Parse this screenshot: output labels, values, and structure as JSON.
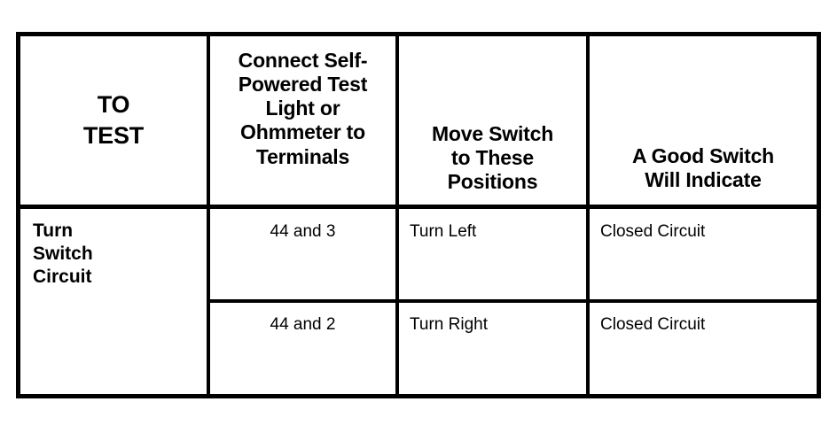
{
  "document": {
    "type": "table",
    "background_color": "#ffffff",
    "border_color": "#000000"
  },
  "table": {
    "headers": {
      "col1": {
        "lines": [
          "TO",
          "TEST"
        ],
        "line1": "TO",
        "line2": "TEST"
      },
      "col2": {
        "lines": [
          "Connect Self-",
          "Powered Test",
          "Light or",
          "Ohmmeter to",
          "Terminals"
        ],
        "line1": "Connect Self-",
        "line2": "Powered Test",
        "line3": "Light or",
        "line4": "Ohmmeter to",
        "line5": "Terminals"
      },
      "col3": {
        "lines": [
          "Move Switch",
          "to These",
          "Positions"
        ],
        "line1": "Move Switch",
        "line2": "to These",
        "line3": "Positions"
      },
      "col4": {
        "lines": [
          "A Good Switch",
          "Will Indicate"
        ],
        "line1": "A Good Switch",
        "line2": "Will Indicate"
      }
    },
    "row_label": {
      "lines": [
        "Turn",
        "Switch",
        "Circuit"
      ],
      "line1": "Turn",
      "line2": "Switch",
      "line3": "Circuit"
    },
    "rows": [
      {
        "terminals": "44 and 3",
        "switch_position": "Turn Left",
        "indication": "Closed Circuit"
      },
      {
        "terminals": "44 and 2",
        "switch_position": "Turn Right",
        "indication": "Closed Circuit"
      }
    ]
  }
}
